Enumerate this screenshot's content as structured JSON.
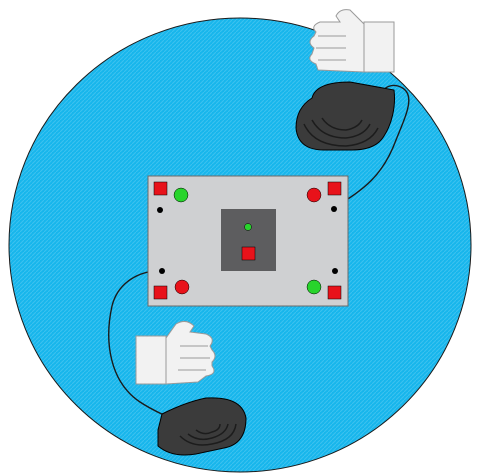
{
  "colors": {
    "background": "#ffffff",
    "water": "#17b6ec",
    "water_stroke": "#1a1a1a",
    "board_fill": "#cfd0d2",
    "board_stroke": "#6b6b6b",
    "center_block": "#5d5d5f",
    "red": "#e8121a",
    "green": "#28d42c",
    "black": "#000000",
    "pad_fill": "#3b3b3b",
    "pad_groove": "#1c1c1c",
    "glove_fill": "#f2f2f2",
    "glove_stroke": "#9a9a9a",
    "wire": "#1a1a1a"
  },
  "board": {
    "corner_indicators": [
      {
        "name": "top-left",
        "square": "red",
        "circle": "green"
      },
      {
        "name": "top-right",
        "square": "red",
        "circle": "red"
      },
      {
        "name": "bottom-left",
        "square": "red",
        "circle": "red"
      },
      {
        "name": "bottom-right",
        "square": "red",
        "circle": "green"
      }
    ],
    "center_unit": {
      "led": "green",
      "button": "red"
    },
    "connectors": 4
  },
  "pads": [
    {
      "id": "top-pad",
      "connected_to": "top-right-connector"
    },
    {
      "id": "bottom-pad",
      "connected_to": "bottom-left-connector"
    }
  ],
  "hands": [
    {
      "id": "top-hand",
      "icon": "glove-hand-icon",
      "pointing": "left"
    },
    {
      "id": "bottom-hand",
      "icon": "glove-hand-icon",
      "pointing": "right"
    }
  ]
}
